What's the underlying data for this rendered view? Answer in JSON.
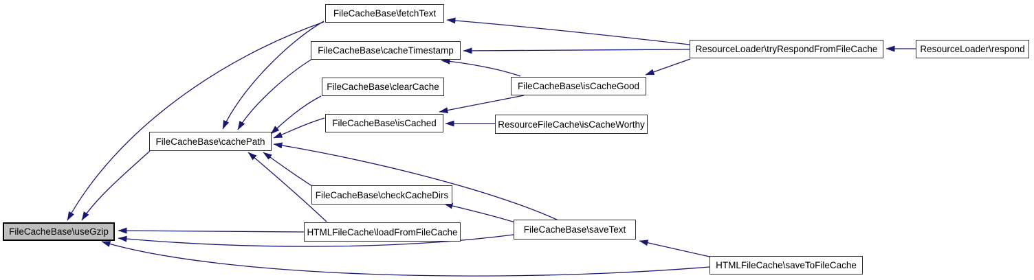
{
  "diagram": {
    "type": "caller-graph",
    "edge_color": "#191970",
    "root_fill": "#bfbfbf",
    "node_fill": "#ffffff",
    "nodes": {
      "fetchText": {
        "label": "FileCacheBase\\fetchText"
      },
      "cacheTimestamp": {
        "label": "FileCacheBase\\cacheTimestamp"
      },
      "clearCache": {
        "label": "FileCacheBase\\clearCache"
      },
      "isCached": {
        "label": "FileCacheBase\\isCached"
      },
      "cachePath": {
        "label": "FileCacheBase\\cachePath"
      },
      "checkCacheDirs": {
        "label": "FileCacheBase\\checkCacheDirs"
      },
      "useGzip": {
        "label": "FileCacheBase\\useGzip"
      },
      "loadFromFileCache": {
        "label": "HTMLFileCache\\loadFromFileCache"
      },
      "saveText": {
        "label": "FileCacheBase\\saveText"
      },
      "saveToFileCache": {
        "label": "HTMLFileCache\\saveToFileCache"
      },
      "tryRespond": {
        "label": "ResourceLoader\\tryRespondFromFileCache"
      },
      "respond": {
        "label": "ResourceLoader\\respond"
      },
      "isCacheGood": {
        "label": "FileCacheBase\\isCacheGood"
      },
      "isCacheWorthy": {
        "label": "ResourceFileCache\\isCacheWorthy"
      }
    },
    "edges": [
      {
        "from": "fetchText",
        "to": "cachePath"
      },
      {
        "from": "fetchText",
        "to": "useGzip"
      },
      {
        "from": "cacheTimestamp",
        "to": "cachePath"
      },
      {
        "from": "clearCache",
        "to": "cachePath"
      },
      {
        "from": "isCached",
        "to": "cachePath"
      },
      {
        "from": "checkCacheDirs",
        "to": "cachePath"
      },
      {
        "from": "loadFromFileCache",
        "to": "cachePath"
      },
      {
        "from": "saveText",
        "to": "cachePath"
      },
      {
        "from": "saveText",
        "to": "checkCacheDirs"
      },
      {
        "from": "saveText",
        "to": "useGzip"
      },
      {
        "from": "loadFromFileCache",
        "to": "useGzip"
      },
      {
        "from": "saveToFileCache",
        "to": "useGzip"
      },
      {
        "from": "saveToFileCache",
        "to": "saveText"
      },
      {
        "from": "cachePath",
        "to": "useGzip"
      },
      {
        "from": "tryRespond",
        "to": "fetchText"
      },
      {
        "from": "tryRespond",
        "to": "cacheTimestamp"
      },
      {
        "from": "tryRespond",
        "to": "isCacheGood"
      },
      {
        "from": "isCacheGood",
        "to": "cacheTimestamp"
      },
      {
        "from": "isCacheGood",
        "to": "isCached"
      },
      {
        "from": "isCacheWorthy",
        "to": "isCached"
      },
      {
        "from": "respond",
        "to": "tryRespond"
      }
    ]
  }
}
